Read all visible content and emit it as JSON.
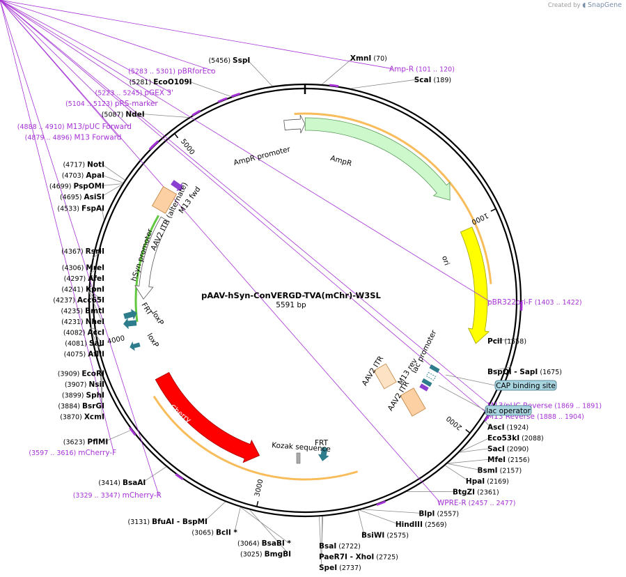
{
  "credit": {
    "prefix": "Created by",
    "brand": "SnapGene"
  },
  "plasmid": {
    "name": "pAAV-hSyn-ConVERGD-TVA(mChr)-W3SL",
    "length_label": "5591 bp",
    "length": 5591
  },
  "ticks": [
    {
      "bp": 1000,
      "label": "1000"
    },
    {
      "bp": 2000,
      "label": "2000"
    },
    {
      "bp": 3000,
      "label": "3000"
    },
    {
      "bp": 4000,
      "label": "4000"
    },
    {
      "bp": 5000,
      "label": "5000"
    }
  ],
  "enzymes": [
    {
      "bp": 70,
      "name": "XmnI",
      "pos": "(70)"
    },
    {
      "bp": 189,
      "name": "ScaI",
      "pos": "(189)"
    },
    {
      "bp": 1558,
      "name": "PciI",
      "pos": "(1558)"
    },
    {
      "bp": 1675,
      "name": "BspQI",
      "name2": " - SapI",
      "pos": "(1675)"
    },
    {
      "bp": 1924,
      "name": "AscI",
      "pos": "(1924)"
    },
    {
      "bp": 2088,
      "name": "Eco53kI",
      "pos": "(2088)"
    },
    {
      "bp": 2090,
      "name": "SacI",
      "pos": "(2090)"
    },
    {
      "bp": 2156,
      "name": "MfeI",
      "pos": "(2156)"
    },
    {
      "bp": 2157,
      "name": "BsmI",
      "pos": "(2157)"
    },
    {
      "bp": 2169,
      "name": "HpaI",
      "pos": "(2169)"
    },
    {
      "bp": 2361,
      "name": "BtgZI",
      "pos": "(2361)"
    },
    {
      "bp": 2557,
      "name": "BlpI",
      "pos": "(2557)"
    },
    {
      "bp": 2569,
      "name": "HindIII",
      "pos": "(2569)"
    },
    {
      "bp": 2575,
      "name": "BsiWI",
      "pos": "(2575)"
    },
    {
      "bp": 2722,
      "name": "BsaI",
      "pos": "(2722)"
    },
    {
      "bp": 2725,
      "name": "PaeR7I",
      "name2": " - XhoI",
      "pos": "(2725)"
    },
    {
      "bp": 2737,
      "name": "SpeI",
      "pos": "(2737)"
    },
    {
      "bp": 3025,
      "name": "BmgBI",
      "pos": "(3025)"
    },
    {
      "bp": 3064,
      "name": "BsaBI *",
      "pos": "(3064)"
    },
    {
      "bp": 3065,
      "name": "BclI *",
      "pos": "(3065)"
    },
    {
      "bp": 3131,
      "name": "BfuAI",
      "name2": " - BspMI",
      "pos": "(3131)"
    },
    {
      "bp": 3414,
      "name": "BsaAI",
      "pos": "(3414)"
    },
    {
      "bp": 3623,
      "name": "PflMI",
      "pos": "(3623)"
    },
    {
      "bp": 3870,
      "name": "XcmI",
      "pos": "(3870)"
    },
    {
      "bp": 3884,
      "name": "BsrGI",
      "pos": "(3884)"
    },
    {
      "bp": 3899,
      "name": "SphI",
      "pos": "(3899)"
    },
    {
      "bp": 3907,
      "name": "NsiI",
      "pos": "(3907)"
    },
    {
      "bp": 3909,
      "name": "EcoRI",
      "pos": "(3909)"
    },
    {
      "bp": 4075,
      "name": "AflII",
      "pos": "(4075)"
    },
    {
      "bp": 4081,
      "name": "SalI",
      "pos": "(4081)"
    },
    {
      "bp": 4082,
      "name": "AccI",
      "pos": "(4082)"
    },
    {
      "bp": 4231,
      "name": "NheI",
      "pos": "(4231)"
    },
    {
      "bp": 4235,
      "name": "BmtI",
      "pos": "(4235)"
    },
    {
      "bp": 4237,
      "name": "Acc65I",
      "pos": "(4237)"
    },
    {
      "bp": 4241,
      "name": "KpnI",
      "pos": "(4241)"
    },
    {
      "bp": 4297,
      "name": "AfeI",
      "pos": "(4297)"
    },
    {
      "bp": 4306,
      "name": "MreI",
      "pos": "(4306)"
    },
    {
      "bp": 4367,
      "name": "RsrII",
      "pos": "(4367)"
    },
    {
      "bp": 4533,
      "name": "FspAI",
      "pos": "(4533)"
    },
    {
      "bp": 4695,
      "name": "AsiSI",
      "pos": "(4695)"
    },
    {
      "bp": 4699,
      "name": "PspOMI",
      "pos": "(4699)"
    },
    {
      "bp": 4703,
      "name": "ApaI",
      "pos": "(4703)"
    },
    {
      "bp": 4717,
      "name": "NotI",
      "pos": "(4717)"
    },
    {
      "bp": 5087,
      "name": "NdeI",
      "pos": "(5087)"
    },
    {
      "bp": 5281,
      "name": "EcoO109I",
      "pos": "(5281)"
    },
    {
      "bp": 5456,
      "name": "SspI",
      "pos": "(5456)"
    }
  ],
  "primers": [
    {
      "start": 101,
      "end": 120,
      "name": "Amp-R",
      "range": "(101 .. 120)"
    },
    {
      "start": 1403,
      "end": 1422,
      "name": "pBR322ori-F",
      "range": "(1403 .. 1422)"
    },
    {
      "start": 1869,
      "end": 1891,
      "name": "M13/pUC Reverse",
      "range": "(1869 .. 1891)"
    },
    {
      "start": 1888,
      "end": 1904,
      "name": "M13 Reverse",
      "range": "(1888 .. 1904)"
    },
    {
      "start": 2457,
      "end": 2477,
      "name": "WPRE-R",
      "range": "(2457 .. 2477)"
    },
    {
      "start": 3329,
      "end": 3347,
      "name": "mCherry-R",
      "range": "(3329 .. 3347)"
    },
    {
      "start": 3597,
      "end": 3616,
      "name": "mCherry-F",
      "range": "(3597 .. 3616)"
    },
    {
      "start": 4879,
      "end": 4896,
      "name": "M13 Forward",
      "range": "(4879 .. 4896)"
    },
    {
      "start": 4888,
      "end": 4910,
      "name": "M13/pUC Forward",
      "range": "(4888 .. 4910)"
    },
    {
      "start": 5104,
      "end": 5123,
      "name": "pRS-marker",
      "range": "(5104 .. 5123)"
    },
    {
      "start": 5223,
      "end": 5245,
      "name": "pGEX 3'",
      "range": "(5223 .. 5245)"
    },
    {
      "start": 5283,
      "end": 5301,
      "name": "pBRforEco",
      "range": "(5283 .. 5301)"
    }
  ],
  "features": [
    {
      "name": "AmpR promoter",
      "start": 5487,
      "end": 5591,
      "color": "#ffffff",
      "label": "AmpR promoter"
    },
    {
      "name": "AmpR",
      "start": 1,
      "end": 860,
      "color": "#ccf8cc",
      "label": "AmpR"
    },
    {
      "name": "ori",
      "start": 1030,
      "end": 1618,
      "color": "#ffff00",
      "label": "ori"
    },
    {
      "name": "mCherry",
      "start": 3050,
      "end": 3760,
      "color": "#ff0000",
      "label": "mCherry"
    },
    {
      "name": "hSyn promoter",
      "start": 4200,
      "end": 4660,
      "color": "#ffffff",
      "label": "hSyn promoter"
    },
    {
      "name": "AAV2 ITR (alternate)",
      "label": "AAV2 ITR (alternate)"
    },
    {
      "name": "M13 fwd",
      "label": "M13 fwd"
    },
    {
      "name": "AAV2 ITR",
      "label": "AAV2 ITR"
    },
    {
      "name": "AAV2 ITR right",
      "label": "AAV2 ITR"
    },
    {
      "name": "M13 rev",
      "label": "M13 rev"
    },
    {
      "name": "lac promoter",
      "label": "lac promoter"
    },
    {
      "name": "CAP binding site",
      "label": "CAP binding site"
    },
    {
      "name": "lac operator",
      "label": "lac operator"
    },
    {
      "name": "Kozak sequence",
      "label": "Kozak sequence"
    },
    {
      "name": "FRT bottom",
      "label": "FRT"
    },
    {
      "name": "FRT left",
      "label": "FRT"
    },
    {
      "name": "loxP upper",
      "label": "loxP"
    },
    {
      "name": "loxP lower",
      "label": "loxP"
    }
  ],
  "highlight_arcs": [
    {
      "start": 5540,
      "end": 1320,
      "color": "#f5a623"
    },
    {
      "start": 2530,
      "end": 3690,
      "color": "#f5a623"
    },
    {
      "start": 4080,
      "end": 4660,
      "color": "#2db400"
    }
  ],
  "colors": {
    "primer": "#a531d6",
    "enzyme_line": "#888888",
    "box_fill": "#a8d4e0"
  }
}
